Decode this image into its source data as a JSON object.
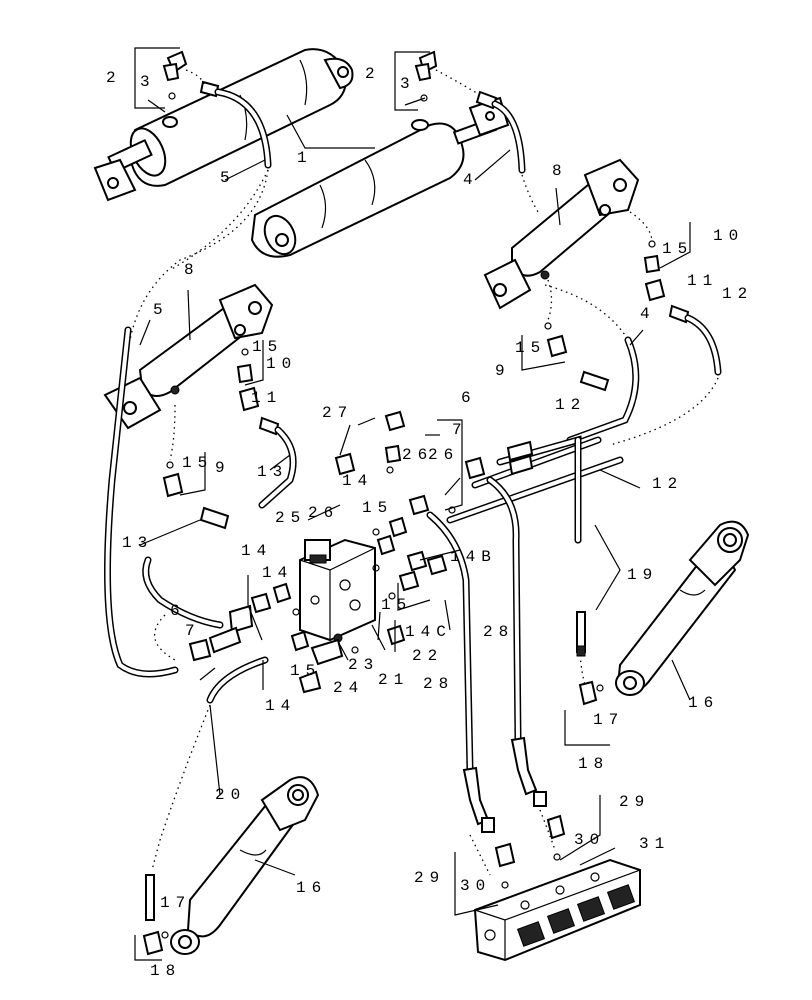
{
  "callouts": {
    "c2a": "2",
    "c3a": "3",
    "c1": "1",
    "c5a": "5",
    "c2b": "2",
    "c3b": "3",
    "c4a": "4",
    "c8a": "8",
    "c8b": "8",
    "c10a": "10",
    "c15a": "15",
    "c11a": "11",
    "c12a": "12",
    "c5b": "5",
    "c15b": "15",
    "c10b": "10",
    "c11b": "11",
    "c4b": "4",
    "c15c": "15",
    "c9a": "9",
    "c12b": "12",
    "c27": "27",
    "c6a": "6",
    "c7a": "7",
    "c26a": "26",
    "c26b": "26",
    "c25": "25",
    "c12c": "12",
    "c15d": "15",
    "c9b": "9",
    "c13a": "13",
    "c14a": "14",
    "c26c": "26",
    "c15e": "15",
    "c13b": "13",
    "c14b": "14",
    "c14c": "14",
    "c14B": "14B",
    "c6b": "6",
    "c7b": "7",
    "c15f": "15",
    "c14C": "14C",
    "c28a": "28",
    "c19": "19",
    "c22": "22",
    "c23": "23",
    "c15g": "15",
    "c24": "24",
    "c21": "21",
    "c28b": "28",
    "c14d": "14",
    "c16a": "16",
    "c17a": "17",
    "c18a": "18",
    "c20": "20",
    "c29a": "29",
    "c30a": "30",
    "c31": "31",
    "c29b": "29",
    "c30b": "30",
    "c16b": "16",
    "c17b": "17",
    "c18b": "18"
  }
}
